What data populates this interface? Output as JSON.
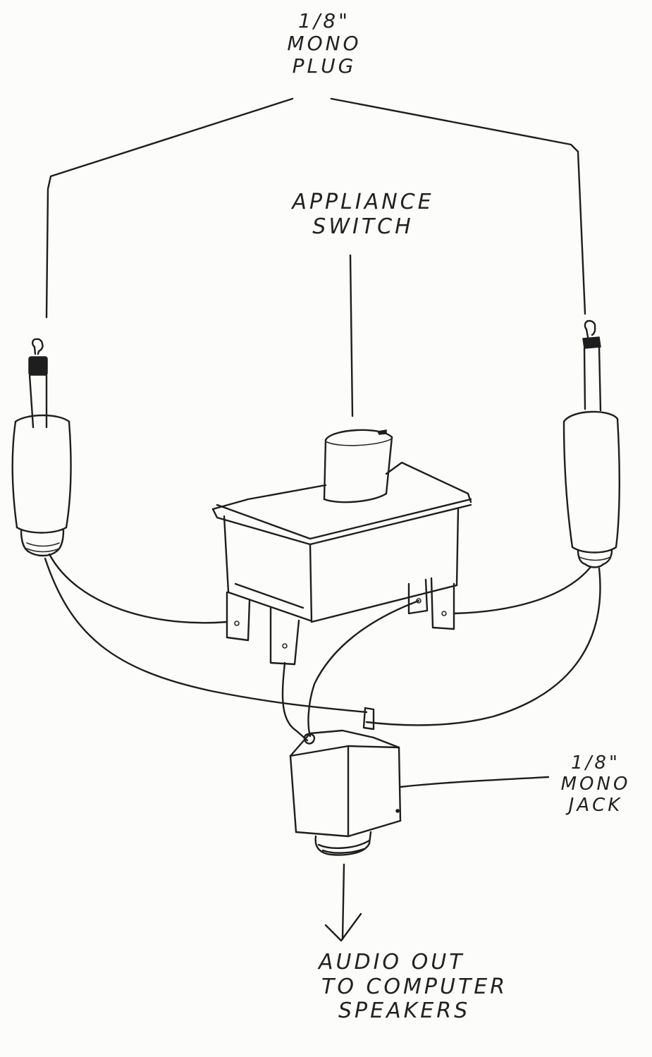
{
  "labels": {
    "plug": {
      "size": "1/8\"",
      "line1": "MONO",
      "line2": "PLUG"
    },
    "switch": {
      "line1": "APPLIANCE",
      "line2": "SWITCH"
    },
    "jack": {
      "size": "1/8\"",
      "line1": "MONO",
      "line2": "JACK"
    },
    "output": {
      "line1": "AUDIO OUT",
      "line2": "TO COMPUTER",
      "line3": "SPEAKERS"
    }
  },
  "colors": {
    "ink": "#1e1e1e",
    "paper": "#fcfcfb"
  }
}
